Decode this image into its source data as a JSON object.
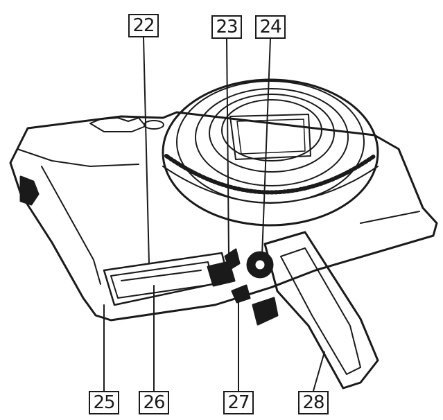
{
  "callouts": {
    "c22": "22",
    "c23": "23",
    "c24": "24",
    "c25": "25",
    "c26": "26",
    "c27": "27",
    "c28": "28"
  },
  "colors": {
    "line": "#1a1a1a",
    "background": "#ffffff"
  },
  "icons": {
    "illustration": "camera-bottom-view-illustration"
  }
}
